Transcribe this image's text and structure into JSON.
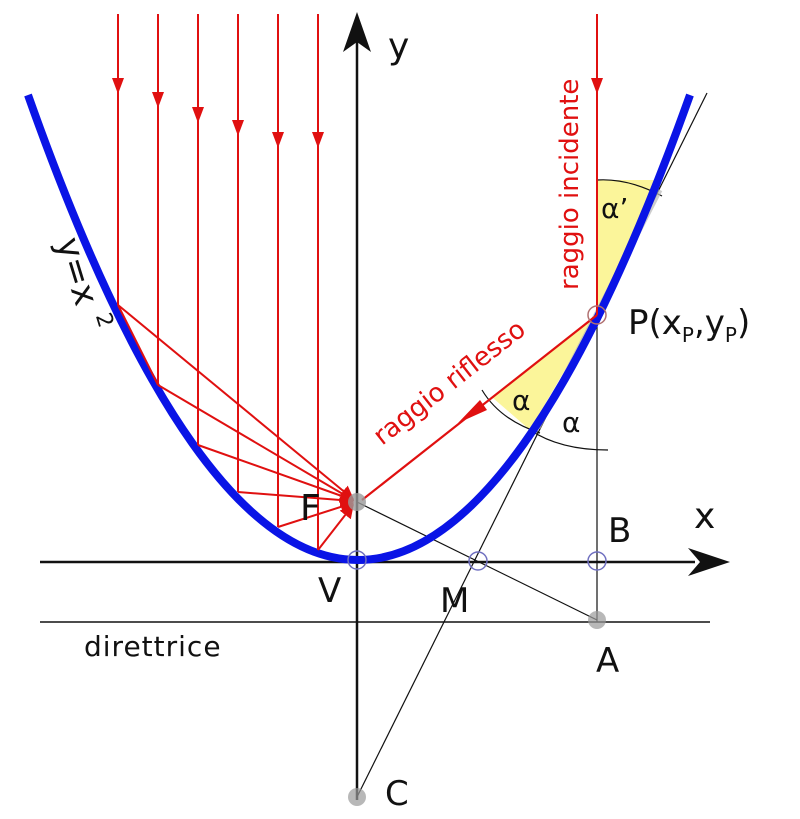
{
  "labels": {
    "y_axis": "y",
    "x_axis": "x",
    "curve_eq_main": "y=x",
    "curve_eq_exp": "2",
    "incident_ray": "raggio incidente",
    "reflected_ray": "raggio riflesso",
    "alpha_prime": "α’",
    "alpha_reflected": "α",
    "alpha_tangent": "α",
    "point_p_main": "P(x",
    "point_p_sub1": "P",
    "point_p_mid": ",y",
    "point_p_sub2": "P",
    "point_p_close": ")",
    "point_f": "F",
    "point_v": "V",
    "point_m": "M",
    "point_b": "B",
    "point_a": "A",
    "point_c": "C",
    "directrix": "direttrice"
  },
  "colors": {
    "parabola": "#0a14e6",
    "rays": "#e01010",
    "construction": "#111111",
    "highlight": "#fbf59a",
    "point_marker": "#9a9a9a"
  }
}
